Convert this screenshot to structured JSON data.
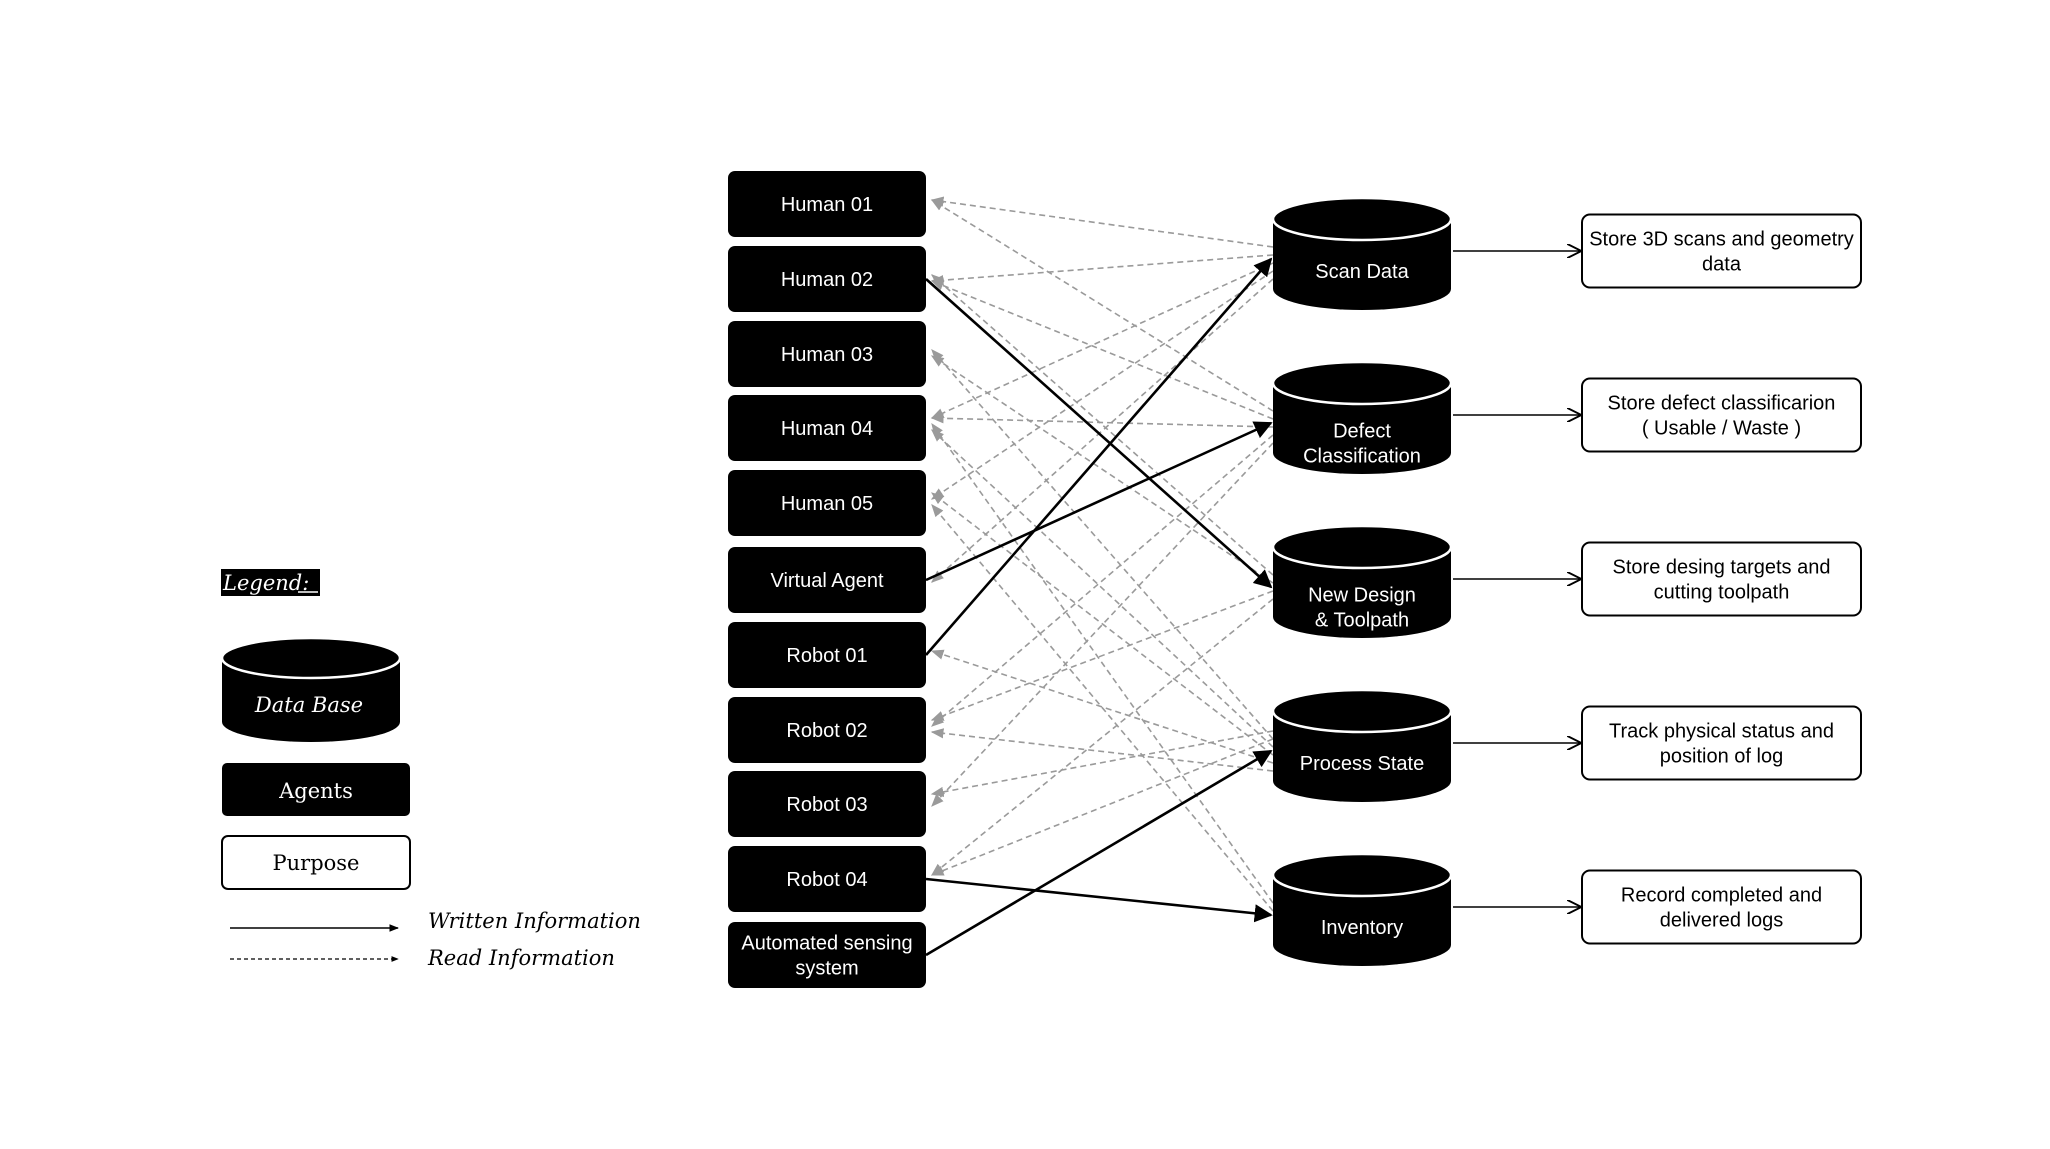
{
  "legend": {
    "title": "Legend:",
    "database": "Data Base",
    "agents": "Agents",
    "purpose": "Purpose",
    "written": "Written Information",
    "read": "Read Information"
  },
  "agents": [
    [
      "Human 01"
    ],
    [
      "Human 02"
    ],
    [
      "Human 03"
    ],
    [
      "Human 04"
    ],
    [
      "Human 05"
    ],
    [
      "Virtual Agent"
    ],
    [
      "Robot 01"
    ],
    [
      "Robot 02"
    ],
    [
      "Robot 03"
    ],
    [
      "Robot 04"
    ],
    [
      "Automated sensing",
      "system"
    ]
  ],
  "databases": [
    [
      "Scan Data"
    ],
    [
      "Defect",
      "Classification"
    ],
    [
      "New Design",
      "& Toolpath"
    ],
    [
      "Process State"
    ],
    [
      "Inventory"
    ]
  ],
  "purposes": [
    [
      "Store 3D scans and geometry",
      "data"
    ],
    [
      "Store defect classificarion",
      "( Usable / Waste )"
    ],
    [
      "Store desing targets and",
      "cutting toolpath"
    ],
    [
      "Track physical status and",
      "position of log"
    ],
    [
      "Record completed and",
      "delivered logs"
    ]
  ],
  "written_links": [
    {
      "from": "Human 02",
      "to": "New Design & Toolpath"
    },
    {
      "from": "Virtual Agent",
      "to": "Defect Classification"
    },
    {
      "from": "Robot 01",
      "to": "Scan Data"
    },
    {
      "from": "Robot 04",
      "to": "Inventory"
    },
    {
      "from": "Automated sensing system",
      "to": "Process State"
    }
  ],
  "read_links": [
    {
      "from": "Scan Data",
      "to": "Human 01"
    },
    {
      "from": "Scan Data",
      "to": "Human 02"
    },
    {
      "from": "Scan Data",
      "to": "Human 04"
    },
    {
      "from": "Scan Data",
      "to": "Human 05"
    },
    {
      "from": "Scan Data",
      "to": "Virtual Agent"
    },
    {
      "from": "Defect Classification",
      "to": "Human 01"
    },
    {
      "from": "Defect Classification",
      "to": "Human 02"
    },
    {
      "from": "Defect Classification",
      "to": "Human 04"
    },
    {
      "from": "Defect Classification",
      "to": "Robot 02"
    },
    {
      "from": "Defect Classification",
      "to": "Robot 03"
    },
    {
      "from": "New Design & Toolpath",
      "to": "Human 02"
    },
    {
      "from": "New Design & Toolpath",
      "to": "Human 03"
    },
    {
      "from": "New Design & Toolpath",
      "to": "Robot 02"
    },
    {
      "from": "New Design & Toolpath",
      "to": "Robot 04"
    },
    {
      "from": "Process State",
      "to": "Human 03"
    },
    {
      "from": "Process State",
      "to": "Human 04"
    },
    {
      "from": "Process State",
      "to": "Human 05"
    },
    {
      "from": "Process State",
      "to": "Robot 01"
    },
    {
      "from": "Process State",
      "to": "Robot 02"
    },
    {
      "from": "Process State",
      "to": "Robot 03"
    },
    {
      "from": "Process State",
      "to": "Robot 04"
    },
    {
      "from": "Inventory",
      "to": "Human 04"
    },
    {
      "from": "Inventory",
      "to": "Human 05"
    }
  ]
}
